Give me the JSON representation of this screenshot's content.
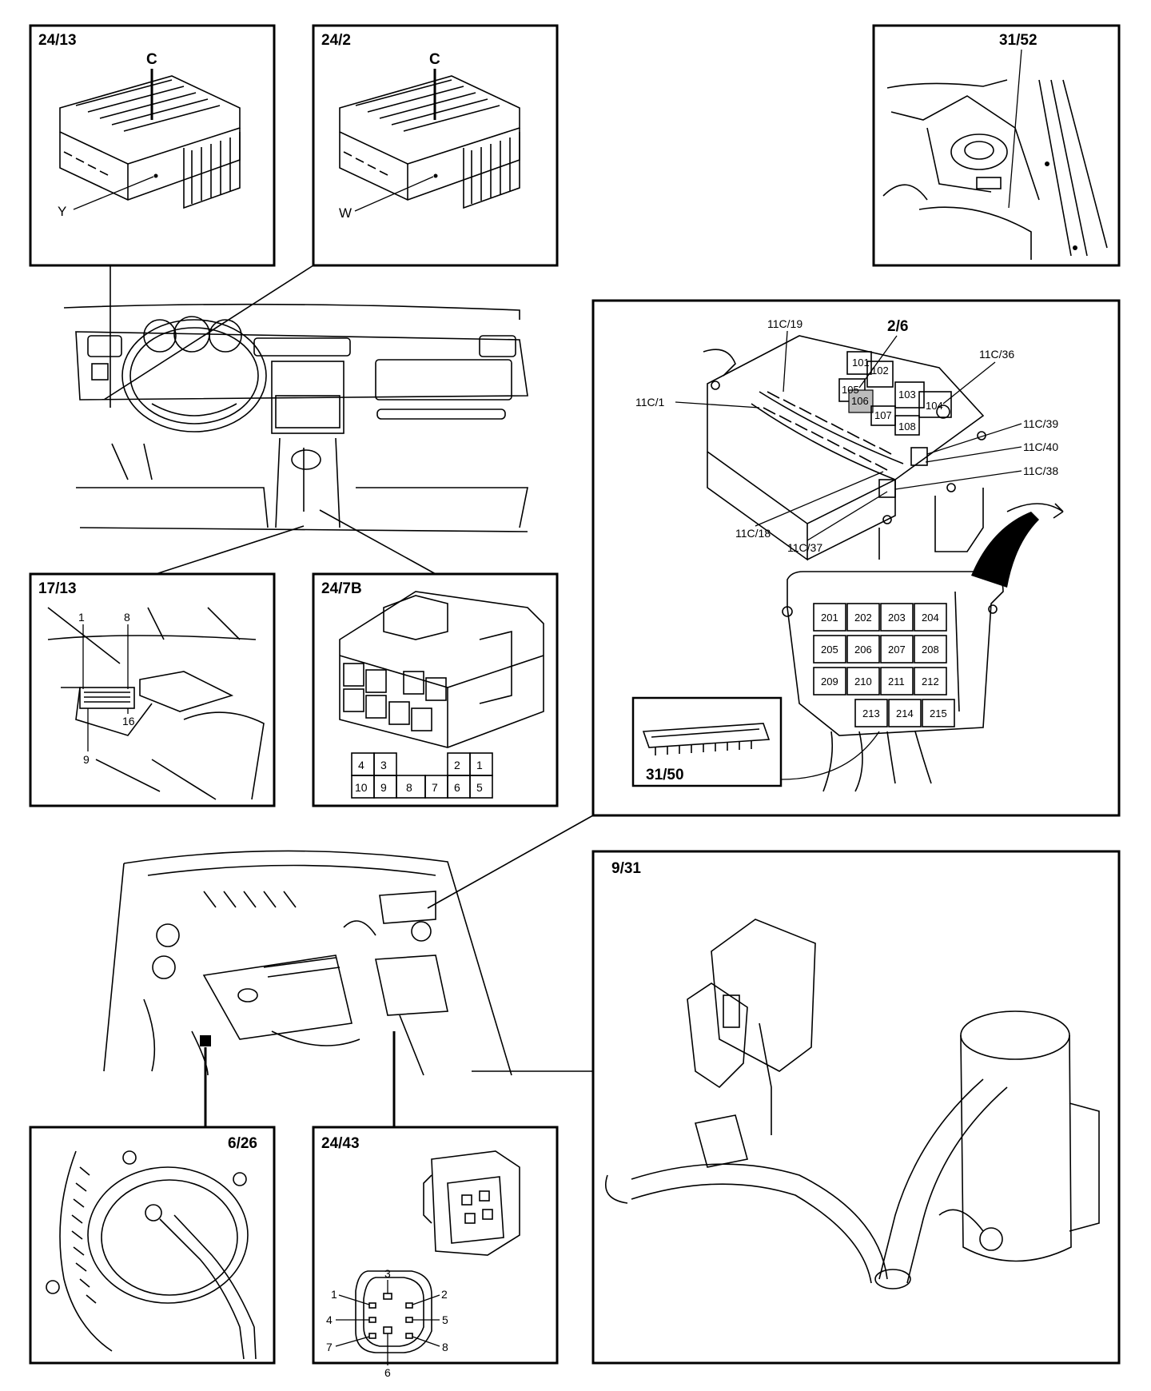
{
  "panels": {
    "p24_13": {
      "title": "24/13",
      "label_c": "C",
      "label_y": "Y"
    },
    "p24_2": {
      "title": "24/2",
      "label_c": "C",
      "label_w": "W"
    },
    "p31_52": {
      "title": "31/52"
    },
    "p17_13": {
      "title": "17/13",
      "pins": [
        "1",
        "8",
        "9",
        "16"
      ]
    },
    "p24_7b": {
      "title": "24/7B",
      "grid_top": [
        "4",
        "3",
        "2",
        "1"
      ],
      "grid_bottom": [
        "10",
        "9",
        "8",
        "7",
        "6",
        "5"
      ]
    },
    "p2_6": {
      "title": "2/6",
      "callouts": [
        "11C/19",
        "11C/36",
        "11C/1",
        "11C/39",
        "11C/40",
        "11C/38",
        "11C/18",
        "11C/37"
      ],
      "relays": [
        "101",
        "102",
        "103",
        "104",
        "105",
        "106",
        "107",
        "108"
      ],
      "fuses": [
        "201",
        "202",
        "203",
        "204",
        "205",
        "206",
        "207",
        "208",
        "209",
        "210",
        "211",
        "212",
        "213",
        "214",
        "215"
      ],
      "inset_title": "31/50"
    },
    "p9_31": {
      "title": "9/31"
    },
    "p6_26": {
      "title": "6/26"
    },
    "p24_43": {
      "title": "24/43",
      "pins": [
        "1",
        "2",
        "3",
        "4",
        "5",
        "6",
        "7",
        "8"
      ]
    }
  }
}
